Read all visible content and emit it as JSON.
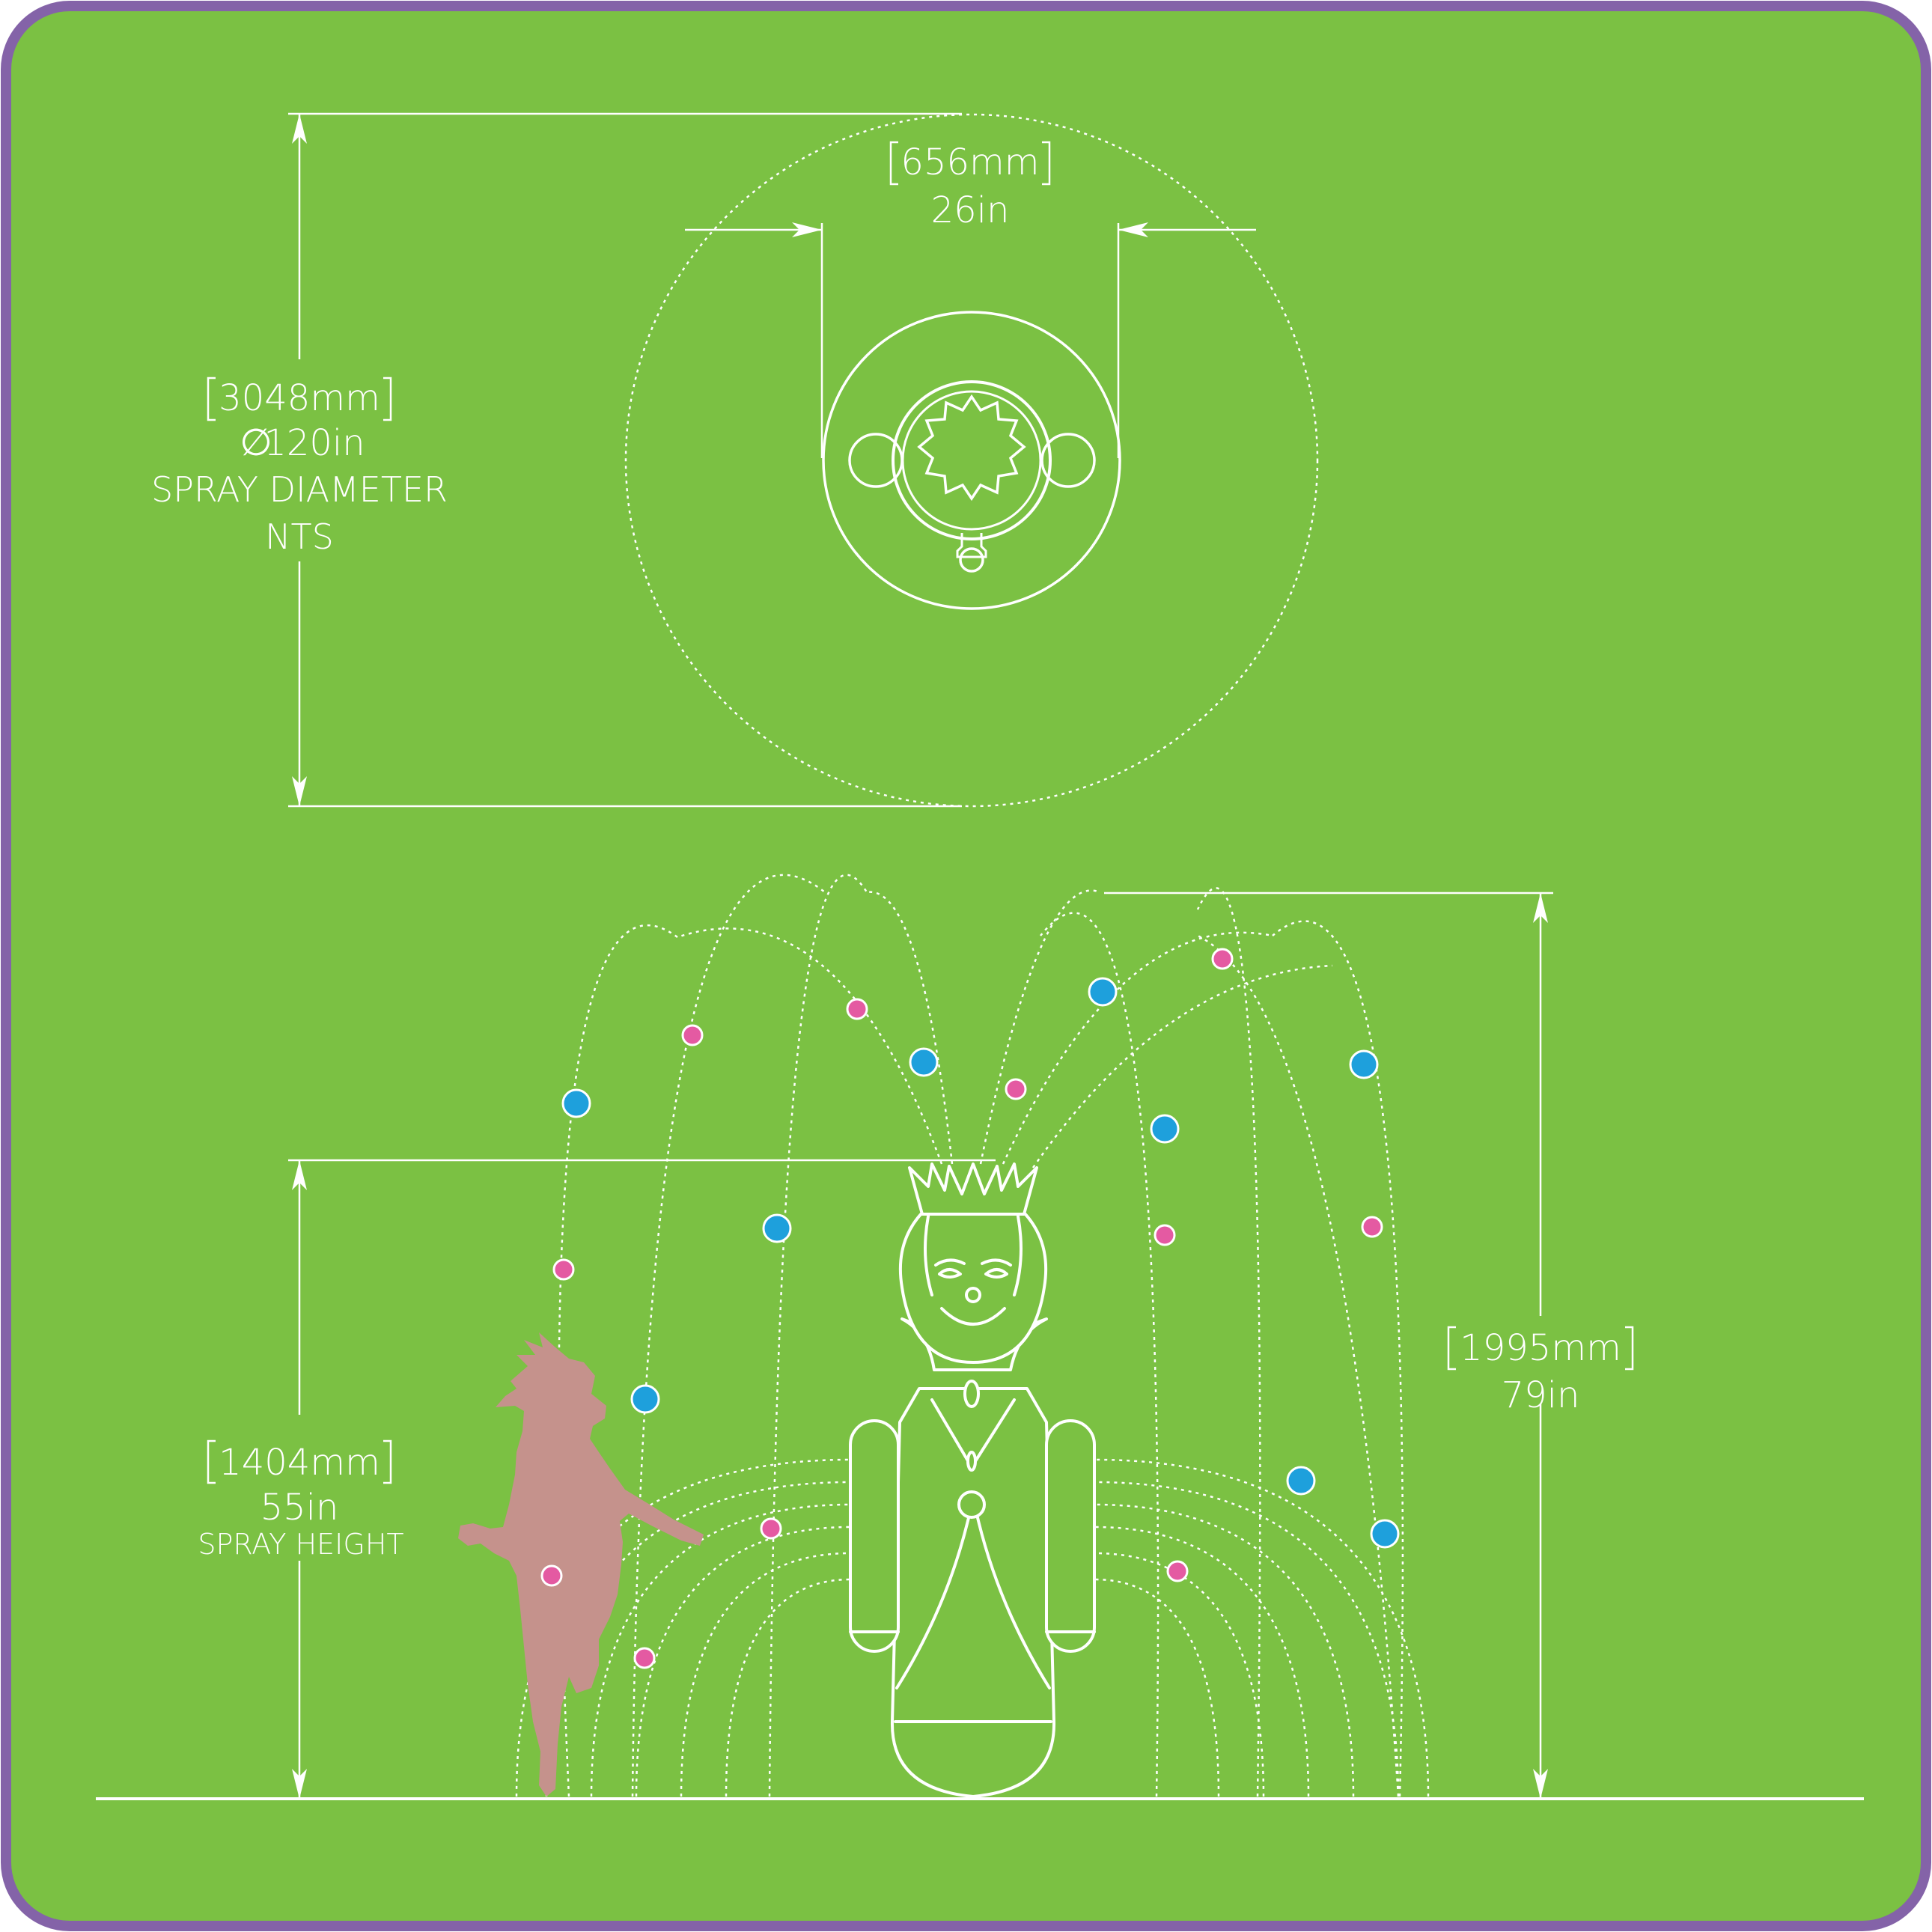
{
  "colors": {
    "background": "#7bc143",
    "border": "#8463a8",
    "line": "#ffffff",
    "droplet_blue": "#1ea0dc",
    "droplet_pink": "#e45aa2",
    "child_silhouette": "#c5928c"
  },
  "top_width": {
    "metric": "656mm",
    "imperial": "26in"
  },
  "spray_diameter": {
    "metric": "3048mm",
    "diameter_symbol": "∅",
    "imperial": "120in",
    "label": "SPRAY DIAMETER",
    "note": "NTS"
  },
  "spray_height": {
    "metric": "1404mm",
    "imperial": "55in",
    "label": "SPRAY HEIGHT"
  },
  "total_height": {
    "metric": "1995mm",
    "imperial": "79in"
  },
  "icons": {
    "figure": "king-figure-icon",
    "child": "child-silhouette-icon"
  }
}
